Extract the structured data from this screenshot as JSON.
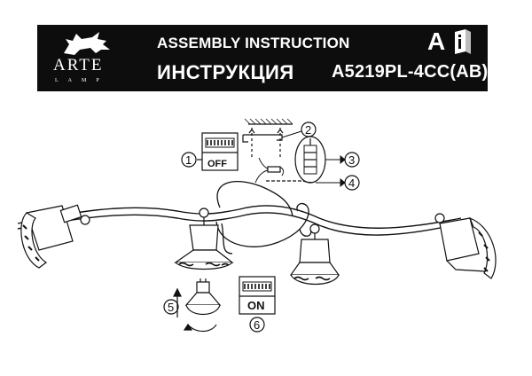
{
  "header": {
    "brand": "ARTE",
    "brand_sub": "LAMP",
    "title_en": "ASSEMBLY INSTRUCTION",
    "title_ru": "ИНСТРУКЦИЯ",
    "model": "A5219PL-4CC(AB)",
    "lang_mark": "A",
    "info_icon": "info-book-icon"
  },
  "steps": [
    {
      "number": "1",
      "switch_label": "OFF"
    },
    {
      "number": "2"
    },
    {
      "number": "3"
    },
    {
      "number": "4"
    },
    {
      "number": "5"
    },
    {
      "number": "6",
      "switch_label": "ON"
    }
  ],
  "colors": {
    "header_bg": "#0d0d0d",
    "line": "#111111"
  }
}
